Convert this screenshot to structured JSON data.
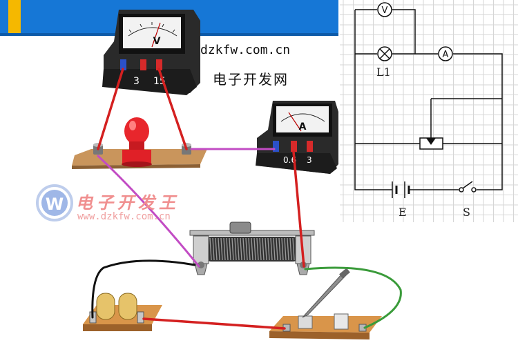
{
  "site": {
    "url": "dzkfw.com.cn",
    "name": "电子开发网"
  },
  "watermark": {
    "name": "电子开发王",
    "url": "www.dzkfw.com.cn"
  },
  "voltmeter": {
    "symbol": "V",
    "terminals": [
      "3",
      "15"
    ]
  },
  "ammeter": {
    "symbol": "A",
    "terminals": [
      "0.6",
      "3"
    ]
  },
  "schematic": {
    "lamp_label": "L1",
    "voltmeter_symbol": "V",
    "ammeter_symbol": "A",
    "battery_label": "E",
    "switch_label": "S"
  },
  "colors": {
    "banner": "#1677d6",
    "banner_accent": "#f5b800",
    "wire_red": "#d42020",
    "wire_pink": "#c24cc4",
    "wire_green": "#3a9b3a",
    "wire_black": "#111111",
    "board": "#c8834a"
  }
}
